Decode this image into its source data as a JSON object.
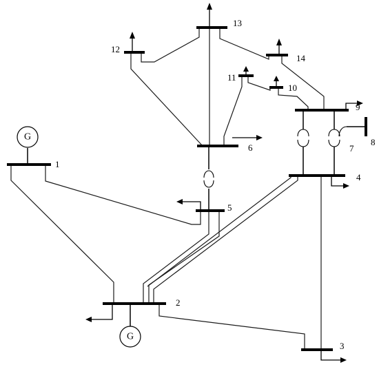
{
  "buses": [
    {
      "id": "bus-1",
      "label": "1"
    },
    {
      "id": "bus-2",
      "label": "2"
    },
    {
      "id": "bus-3",
      "label": "3"
    },
    {
      "id": "bus-4",
      "label": "4"
    },
    {
      "id": "bus-5",
      "label": "5"
    },
    {
      "id": "bus-6",
      "label": "6"
    },
    {
      "id": "bus-7",
      "label": "7"
    },
    {
      "id": "bus-8",
      "label": "8"
    },
    {
      "id": "bus-9",
      "label": "9"
    },
    {
      "id": "bus-10",
      "label": "10"
    },
    {
      "id": "bus-11",
      "label": "11"
    },
    {
      "id": "bus-12",
      "label": "12"
    },
    {
      "id": "bus-13",
      "label": "13"
    },
    {
      "id": "bus-14",
      "label": "14"
    }
  ],
  "generators": [
    {
      "id": "gen-bus-1",
      "label": "G"
    },
    {
      "id": "gen-bus-2",
      "label": "G"
    }
  ]
}
